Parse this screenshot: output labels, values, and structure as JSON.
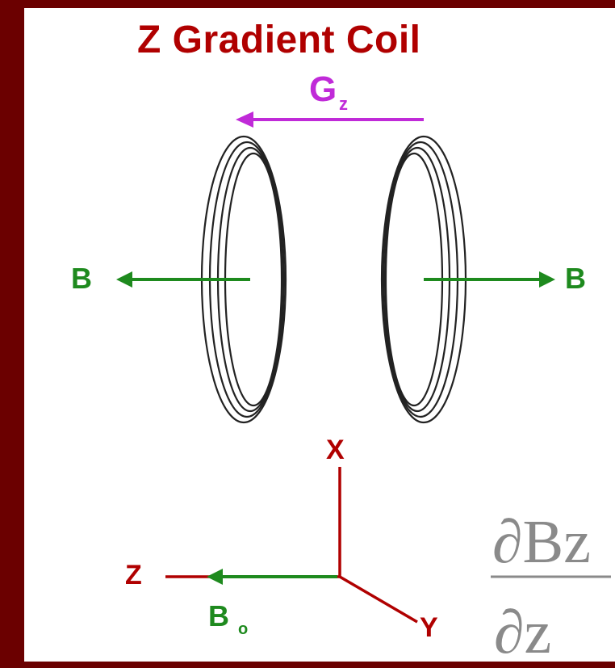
{
  "title": "Z  Gradient Coil",
  "gradient": {
    "symbol": "G",
    "subscript": "z"
  },
  "field_labels": {
    "left": "B",
    "right": "B"
  },
  "axes": {
    "x": "X",
    "y": "Y",
    "z": "Z"
  },
  "main_field": {
    "symbol": "B",
    "subscript": "o"
  },
  "formula": {
    "numerator": "∂Bz",
    "denominator": "∂z"
  },
  "colors": {
    "frame": "#6b0000",
    "title": "#b00000",
    "gradient_arrow": "#c02ad8",
    "field_arrow": "#1e8a1e",
    "axis": "#b00000",
    "formula": "#8a8a8a"
  }
}
